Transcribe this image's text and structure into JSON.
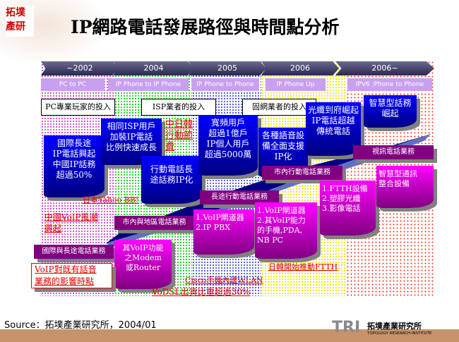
{
  "header": {
    "logo_text": "拓墣產研",
    "title": "IP網路電話發展路徑與時間點分析"
  },
  "timeline": {
    "years": [
      "~2002",
      "2004",
      "2005",
      "2006",
      "2006~"
    ],
    "phases": [
      "PC to PC",
      "IP Phone to IP Phone",
      "IP Phone to Phone",
      "IP Phone Up",
      "IPV6 :Phone to Phone"
    ]
  },
  "investors": [
    "PC專業玩家的投入",
    "ISP業者的投入",
    "固網業者的投入"
  ],
  "milestones": [
    "國際長途\nIP電話興起\n中國IP話務\n超過50%",
    "相同ISP用戶\n加裝IP電話\n比例快速成長",
    "行動電話長\n途話務IP化",
    "寬頻用戶\n超過1億戶\nIP個人用戶\n超過5000萬",
    "各種語音設\n備全面支援\nIP化",
    "光纖到府崛起\nIP電話超越\n傳統電話",
    "智慧型話務\n崛起"
  ],
  "services": [
    "國際與長途電話業務",
    "市內與地區電話業務",
    "長途行動電話業務",
    "市內行動電話業務",
    "視訊電話業務"
  ],
  "equipment": [
    "其VoIP功能\n之Modem\n或Router",
    "1.VoIP閘道器\n2.IP PBX",
    "1.VoIP閘道器\n2.其VoIP能力\n的手機,PDA,\nNB PC",
    "1.FTTH設備\n2.塑膠光纖\n3.影像電話",
    "智慧型通訊\n整合設備"
  ],
  "events": [
    "中日韓\n行動節\n費",
    "日本Yahoo BB!",
    "中國VoIP風潮\n興起",
    "VoIP對既有話音\n業務的影響時點",
    "Cisco手機內建WLAN",
    "VoDSL出貨比重超過30%",
    "日韓開始推動FTTH"
  ],
  "footer": {
    "source": "Source：拓墣產業研究所，2004/01",
    "brand_abbr": "TRI",
    "brand_name": "拓墣產業研究所",
    "brand_en": "TOPOLOGY RESEARCH INSTITUTE"
  },
  "colors": {
    "blue_box": "#0000ff",
    "service_bar": "#800080",
    "equipment_box": "#ff00ff",
    "event_text": "#e00000",
    "footer_bar": "#c8926a"
  }
}
